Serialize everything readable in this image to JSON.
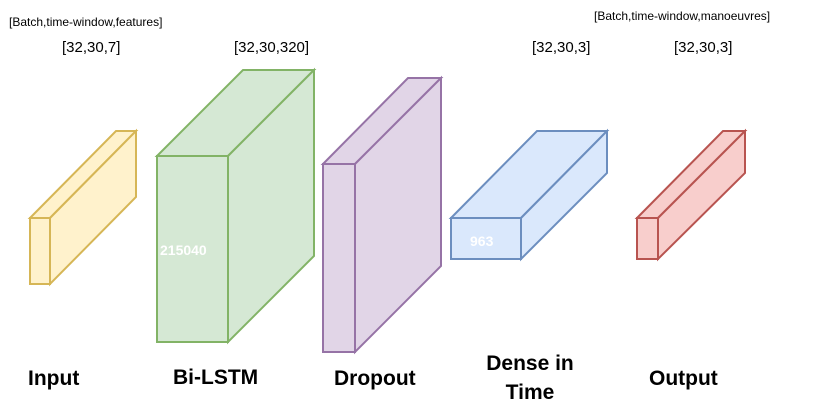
{
  "annotations": {
    "input_dims": "[Batch,time-window,features]",
    "output_dims": "[Batch,time-window,manoeuvres]"
  },
  "layers": [
    {
      "label": "Input",
      "shape": "[32,30,7]",
      "params": "",
      "fill": "#fff2cc",
      "stroke": "#d6b656"
    },
    {
      "label": "Bi-LSTM",
      "shape": "[32,30,320]",
      "params": "215040",
      "fill": "#d5e8d4",
      "stroke": "#82b366"
    },
    {
      "label": "Dropout",
      "shape": "",
      "params": "",
      "fill": "#e1d5e7",
      "stroke": "#9673a6"
    },
    {
      "label": "Dense in\nTime",
      "shape": "[32,30,3]",
      "params": "963",
      "fill": "#dae8fc",
      "stroke": "#6c8ebf"
    },
    {
      "label": "Output",
      "shape": "[32,30,3]",
      "params": "",
      "fill": "#f8cecc",
      "stroke": "#b85450"
    }
  ]
}
